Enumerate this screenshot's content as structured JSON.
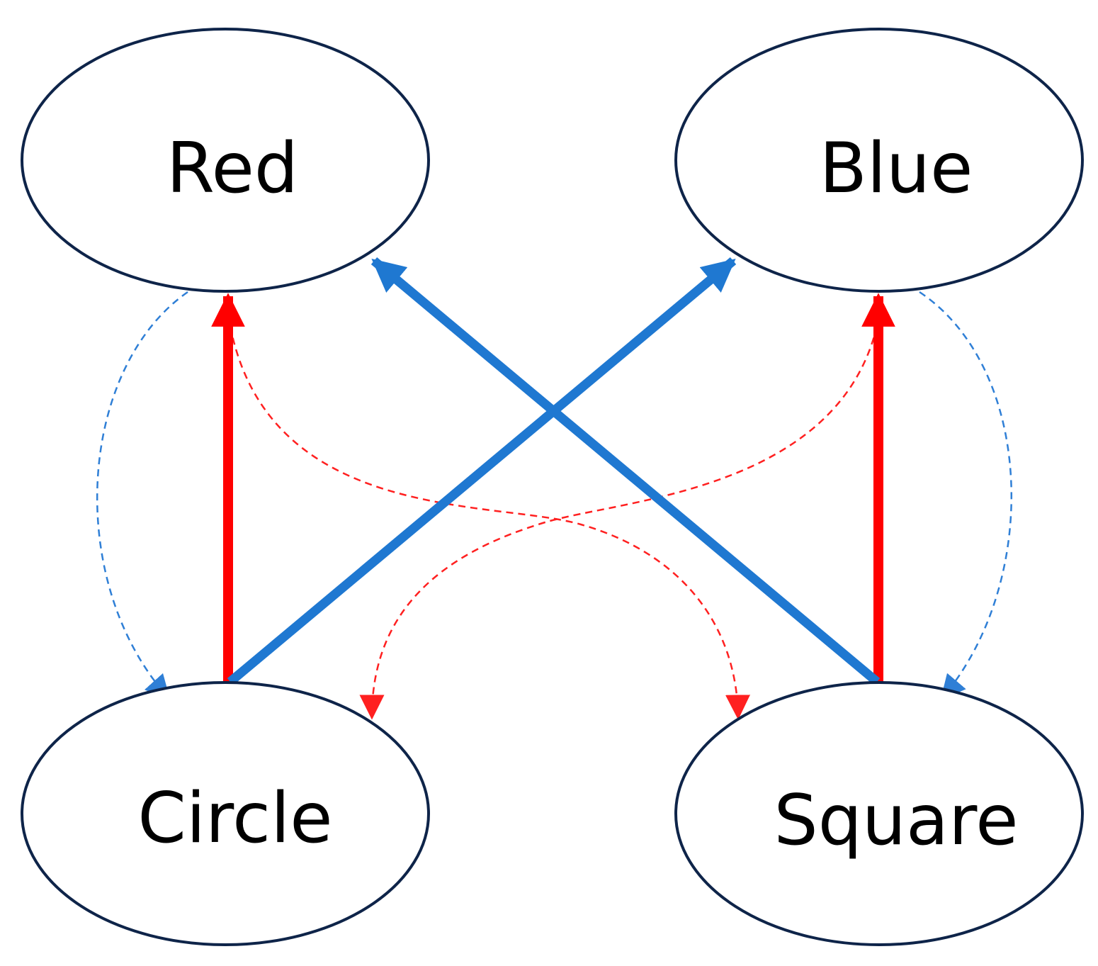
{
  "nodes": {
    "red": {
      "label": "Red"
    },
    "blue": {
      "label": "Blue"
    },
    "circle": {
      "label": "Circle"
    },
    "square": {
      "label": "Square"
    }
  },
  "edges": [
    {
      "from": "Circle",
      "to": "Red",
      "style": "solid",
      "color": "#ff0000"
    },
    {
      "from": "Square",
      "to": "Blue",
      "style": "solid",
      "color": "#ff0000"
    },
    {
      "from": "Circle",
      "to": "Blue",
      "style": "solid",
      "color": "#1f78d1"
    },
    {
      "from": "Square",
      "to": "Red",
      "style": "solid",
      "color": "#1f78d1"
    },
    {
      "from": "Red",
      "to": "Circle",
      "style": "dashed",
      "color": "#2f7fd6"
    },
    {
      "from": "Blue",
      "to": "Square",
      "style": "dashed",
      "color": "#2f7fd6"
    },
    {
      "from": "Red",
      "to": "Square",
      "style": "dashed",
      "color": "#ff2020"
    },
    {
      "from": "Blue",
      "to": "Circle",
      "style": "dashed",
      "color": "#ff2020"
    }
  ],
  "colors": {
    "red_edge": "#ff0000",
    "blue_edge": "#1f78d1",
    "dashed_blue": "#2f7fd6",
    "dashed_red": "#ff2020",
    "node_outline": "#0e2449"
  }
}
